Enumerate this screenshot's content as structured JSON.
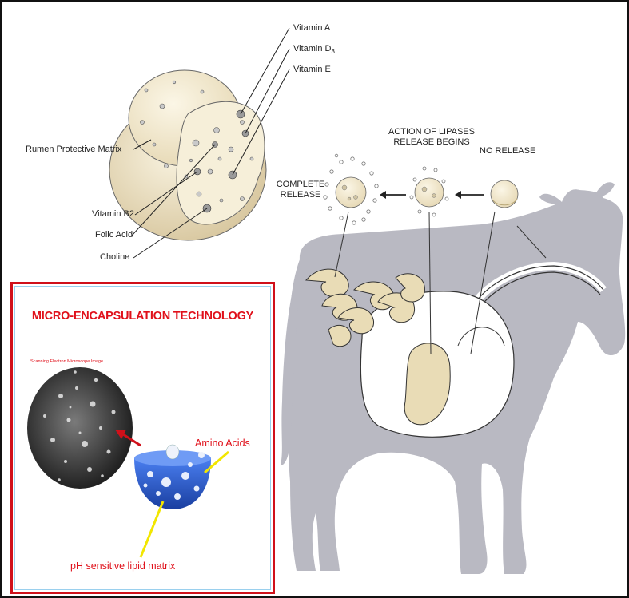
{
  "diagram": {
    "capsule_labels": {
      "matrix": "Rumen Protective Matrix",
      "vitamin_a": "Vitamin A",
      "vitamin_d3": "Vitamin D",
      "vitamin_d3_sub": "3",
      "vitamin_e": "Vitamin E",
      "vitamin_b2": "Vitamin B2",
      "folic_acid": "Folic Acid",
      "choline": "Choline"
    },
    "release_stages": {
      "complete_line1": "COMPLETE",
      "complete_line2": "RELEASE",
      "lipases_line1": "ACTION OF LIPASES",
      "lipases_line2": "RELEASE BEGINS",
      "none": "NO RELEASE"
    },
    "inset": {
      "title": "MICRO-ENCAPSULATION TECHNOLOGY",
      "sem_label": "Scanning Electron Microscope Image",
      "amino_label": "Amino Acids",
      "ph_label": "pH sensitive lipid matrix"
    },
    "colors": {
      "inset_border": "#d0101a",
      "inset_text": "#e0101a",
      "cow_gray": "#b9b9c2",
      "capsule_fill": "#f3ead0",
      "bowl_blue": "#2a5fd6",
      "pointer_yellow": "#f2e600"
    }
  }
}
